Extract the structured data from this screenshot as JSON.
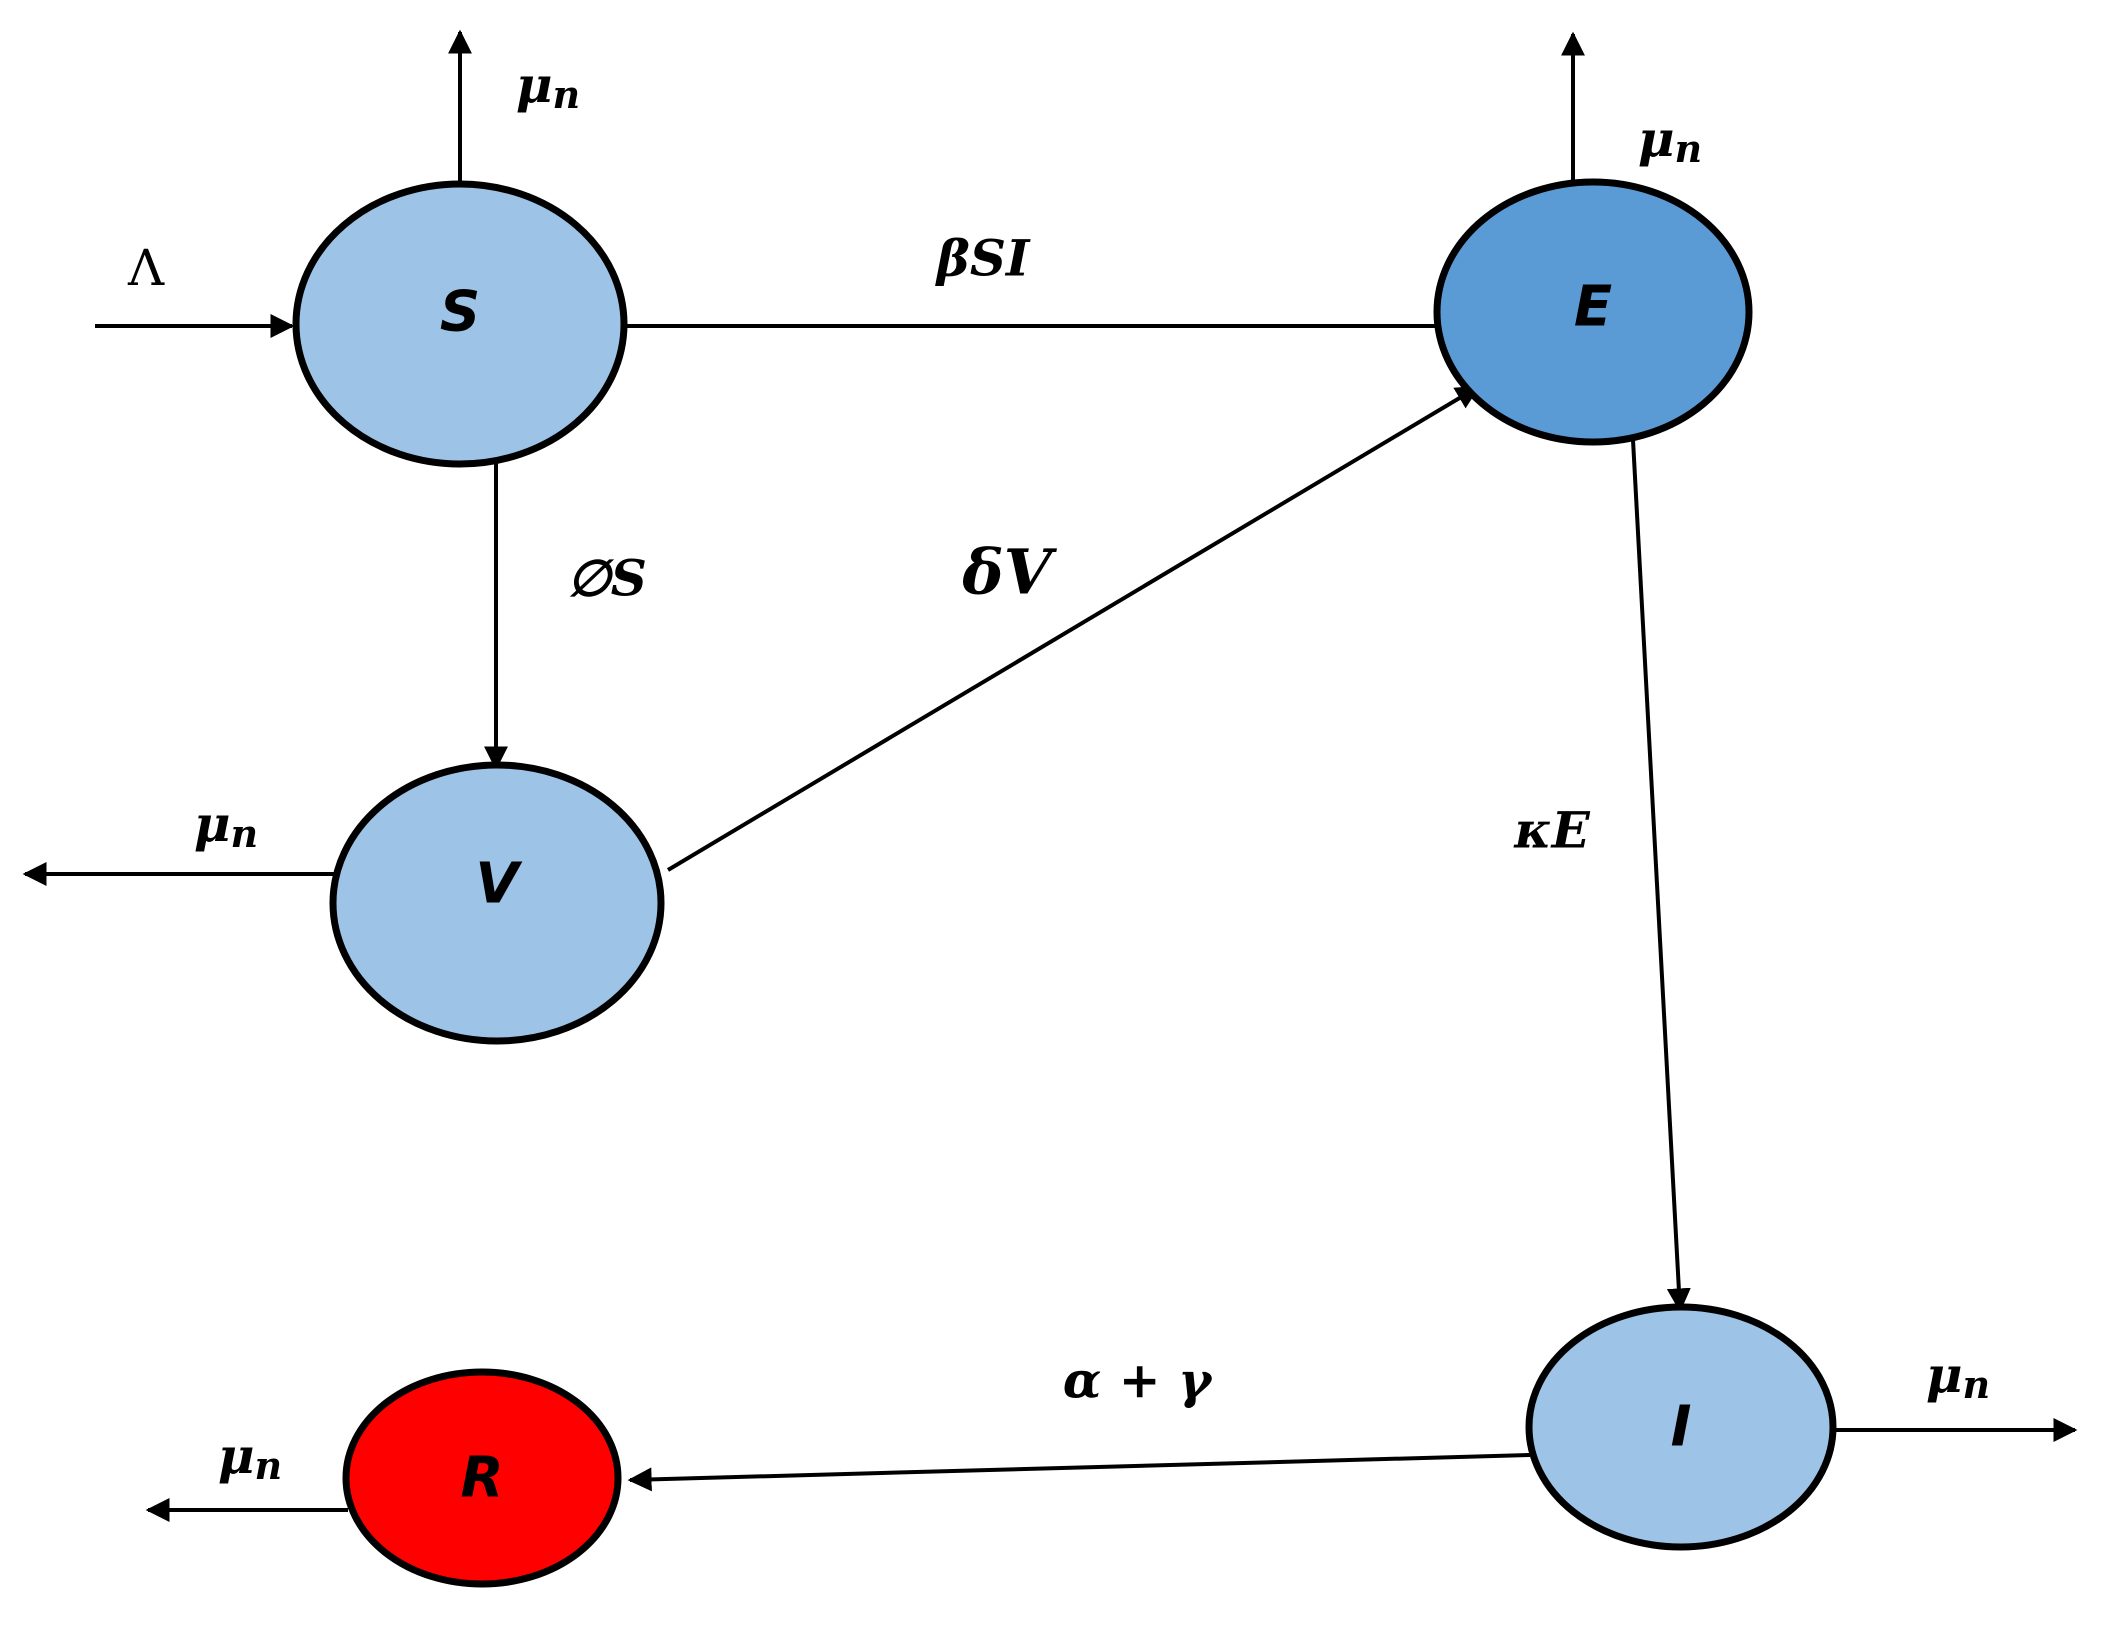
{
  "diagram": {
    "nodes": {
      "S": {
        "label": "S",
        "fill": "#9dc3e6"
      },
      "E": {
        "label": "E",
        "fill": "#5b9bd5"
      },
      "V": {
        "label": "V",
        "fill": "#9dc3e6"
      },
      "I": {
        "label": "I",
        "fill": "#9dc3e6"
      },
      "R": {
        "label": "R",
        "fill": "#ff0000"
      }
    },
    "edges": {
      "recruitment": {
        "label": "Λ",
        "to": "S"
      },
      "infection": {
        "label": "βSI",
        "from": "S",
        "to": "E"
      },
      "vaccination": {
        "label": "∅S",
        "from": "S",
        "to": "V"
      },
      "vaccine_failure": {
        "label": "δV",
        "from": "V",
        "to": "E"
      },
      "progression": {
        "label": "κE",
        "from": "E",
        "to": "I"
      },
      "recovery": {
        "label": "α + γ",
        "from": "I",
        "to": "R"
      }
    },
    "death_rate": {
      "symbol": "μ",
      "subscript": "n",
      "from": [
        "S",
        "E",
        "V",
        "I",
        "R"
      ]
    }
  }
}
